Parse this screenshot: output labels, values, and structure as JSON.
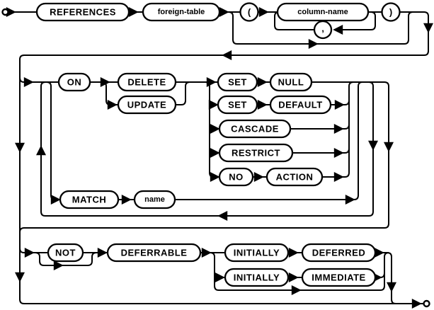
{
  "diagram": {
    "kind": "railroad-syntax-diagram",
    "colors": {
      "line": "#000000",
      "background": "#ffffff",
      "text": "#000000"
    }
  },
  "nodes": {
    "references": {
      "label": "REFERENCES",
      "kind": "keyword"
    },
    "foreign_table": {
      "label": "foreign-table",
      "kind": "nonterminal"
    },
    "lparen": {
      "label": "(",
      "kind": "literal"
    },
    "column_name": {
      "label": "column-name",
      "kind": "nonterminal"
    },
    "comma": {
      "label": ",",
      "kind": "literal"
    },
    "rparen": {
      "label": ")",
      "kind": "literal"
    },
    "on": {
      "label": "ON",
      "kind": "keyword"
    },
    "delete": {
      "label": "DELETE",
      "kind": "keyword"
    },
    "update": {
      "label": "UPDATE",
      "kind": "keyword"
    },
    "set1": {
      "label": "SET",
      "kind": "keyword"
    },
    "null": {
      "label": "NULL",
      "kind": "keyword"
    },
    "set2": {
      "label": "SET",
      "kind": "keyword"
    },
    "default": {
      "label": "DEFAULT",
      "kind": "keyword"
    },
    "cascade": {
      "label": "CASCADE",
      "kind": "keyword"
    },
    "restrict": {
      "label": "RESTRICT",
      "kind": "keyword"
    },
    "no": {
      "label": "NO",
      "kind": "keyword"
    },
    "action": {
      "label": "ACTION",
      "kind": "keyword"
    },
    "match": {
      "label": "MATCH",
      "kind": "keyword"
    },
    "name": {
      "label": "name",
      "kind": "nonterminal"
    },
    "not": {
      "label": "NOT",
      "kind": "keyword"
    },
    "deferrable": {
      "label": "DEFERRABLE",
      "kind": "keyword"
    },
    "initially1": {
      "label": "INITIALLY",
      "kind": "keyword"
    },
    "deferred": {
      "label": "DEFERRED",
      "kind": "keyword"
    },
    "initially2": {
      "label": "INITIALLY",
      "kind": "keyword"
    },
    "immediate": {
      "label": "IMMEDIATE",
      "kind": "keyword"
    }
  }
}
